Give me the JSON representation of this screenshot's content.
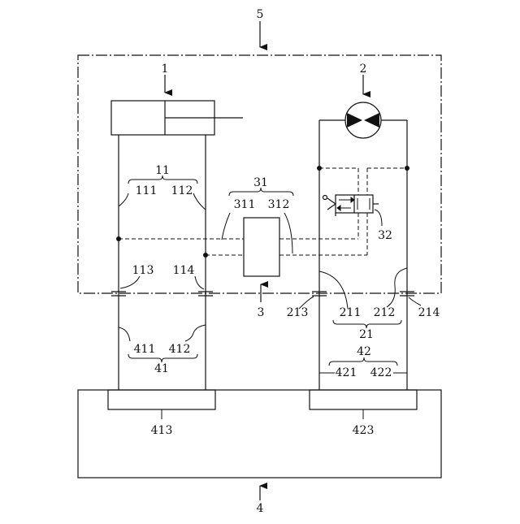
{
  "diagram": {
    "labels": {
      "enclosure": "5",
      "cylinder": "1",
      "motor": "2",
      "controller": "3",
      "tank": "4",
      "cyl_lines_group": "11",
      "cyl_line_a": "111",
      "cyl_line_b": "112",
      "cyl_coupling_a": "113",
      "cyl_coupling_b": "114",
      "ctrl_group": "31",
      "ctrl_line_a": "311",
      "ctrl_line_b": "312",
      "valve": "32",
      "motor_coupling_a": "213",
      "motor_line_a": "211",
      "motor_line_b": "212",
      "motor_coupling_b": "214",
      "motor_lines_group": "21",
      "cyl_pipe_a": "411",
      "cyl_pipe_b": "412",
      "cyl_pipes_group": "41",
      "motor_pipes_group": "42",
      "motor_pipe_a": "421",
      "motor_pipe_b": "422",
      "cyl_port_block": "413",
      "motor_port_block": "423"
    }
  }
}
